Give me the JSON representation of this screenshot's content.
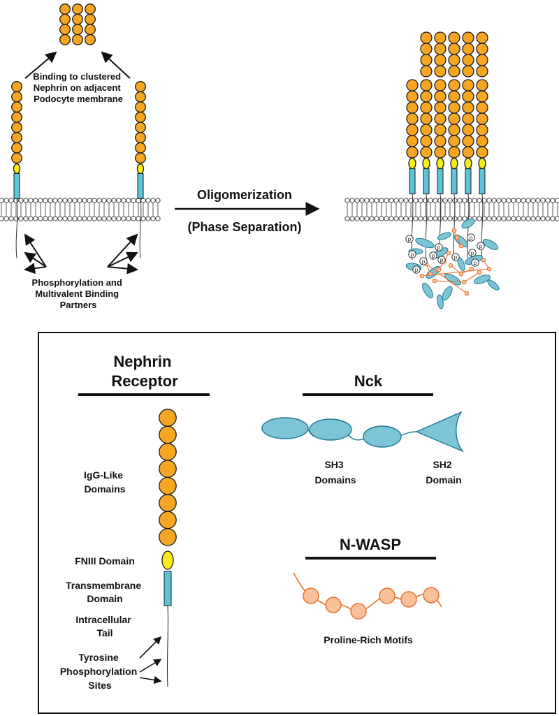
{
  "colors": {
    "igg": "#F5A623",
    "igg_stroke": "#1a1a1a",
    "fniii": "#F7EB1A",
    "tm": "#5EC3D6",
    "nck": "#7CC4D6",
    "nck_stroke": "#1D7A93",
    "nwasp": "#F9C09A",
    "nwasp_stroke": "#E86F2C",
    "panel_border": "#111111"
  },
  "top": {
    "binding_label": [
      "Binding to clustered",
      "Nephrin on adjacent",
      "Podocyte membrane"
    ],
    "phospho_label": [
      "Phosphorylation and",
      "Multivalent Binding",
      "Partners"
    ],
    "arrow_top": "Oligomerization",
    "arrow_bottom": "(Phase Separation)",
    "phospho_marker": "p"
  },
  "legend": {
    "nephrin_title": [
      "Nephrin",
      "Receptor"
    ],
    "nck_title": "Nck",
    "nwasp_title": "N-WASP",
    "igg_label": [
      "IgG-Like",
      "Domains"
    ],
    "fniii_label": "FNIII Domain",
    "tm_label": [
      "Transmembrane",
      "Domain"
    ],
    "tail_label": [
      "Intracellular",
      "Tail"
    ],
    "tyr_label": [
      "Tyrosine",
      "Phosphorylation",
      "Sites"
    ],
    "sh3_label": [
      "SH3",
      "Domains"
    ],
    "sh2_label": [
      "SH2",
      "Domain"
    ],
    "prm_label": "Proline-Rich Motifs"
  }
}
